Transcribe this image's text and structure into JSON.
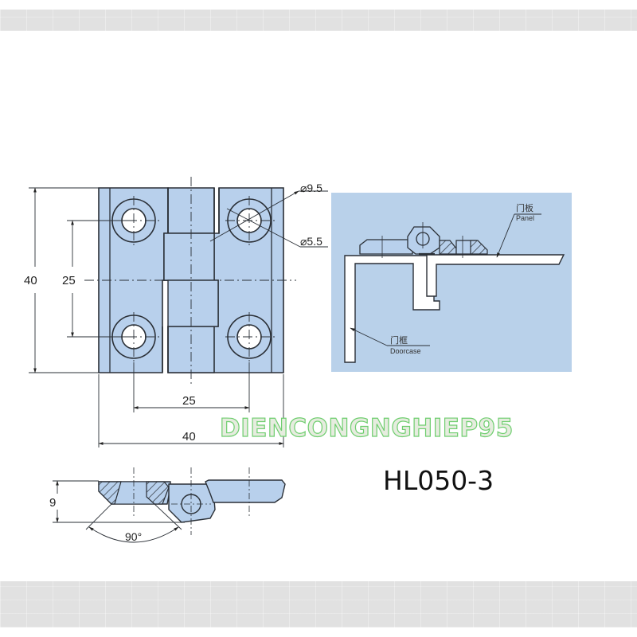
{
  "drawing": {
    "model_number": "HL050-3",
    "watermark": "DIENCONGNGHIEP95",
    "front_view": {
      "overall_height": "40",
      "hole_spacing_vertical": "25",
      "hole_spacing_horizontal": "25",
      "overall_width": "40",
      "counterbore_diameter": "⌀9.5",
      "hole_diameter": "⌀5.5"
    },
    "side_view": {
      "thickness": "9",
      "countersink_angle": "90°"
    },
    "installation_view": {
      "panel_label_cn": "门板",
      "panel_label_en": "Panel",
      "doorcase_label_cn": "门框",
      "doorcase_label_en": "Doorcase"
    },
    "colors": {
      "part_fill": "#b8d0ec",
      "install_bg": "#b9d1ea",
      "line": "#2a2f36",
      "watermark_stroke": "#6fce6f",
      "band": "#e1e1e1"
    }
  }
}
